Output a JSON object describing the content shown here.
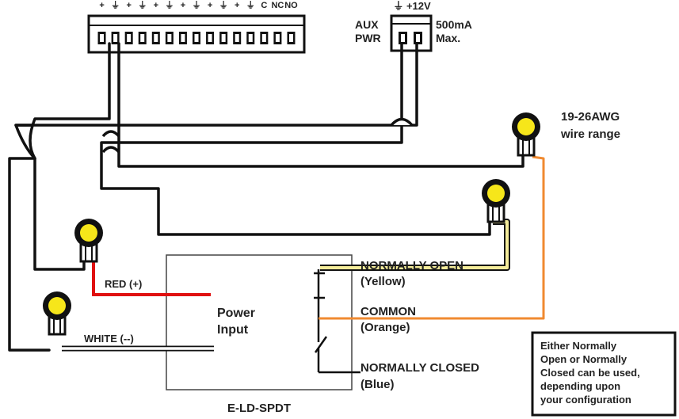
{
  "terminal_block": {
    "pin_labels": [
      "+",
      "⏚",
      "+",
      "⏚",
      "+",
      "⏚",
      "+",
      "⏚",
      "+",
      "⏚",
      "+",
      "⏚",
      "C",
      "NC",
      "NO"
    ]
  },
  "aux_power": {
    "top_label": "⏚ +12V",
    "left_line1": "AUX",
    "left_line2": "PWR",
    "right_line1": "500mA",
    "right_line2": "Max."
  },
  "gauge_note": {
    "line1": "19-26AWG",
    "line2": "wire range"
  },
  "module": {
    "power_line1": "Power",
    "power_line2": "Input",
    "name": "E-LD-SPDT"
  },
  "wires": {
    "red": "RED (+)",
    "white": "WHITE (--)",
    "no_title": "NORMALLY OPEN",
    "no_color": "(Yellow)",
    "com_title": "COMMON",
    "com_color": "(Orange)",
    "nc_title": "NORMALLY CLOSED",
    "nc_color": "(Blue)"
  },
  "note_box": {
    "lines": [
      "Either Normally",
      "Open or Normally",
      "Closed can be used,",
      "depending upon",
      "your configuration"
    ]
  },
  "colors": {
    "wire_black": "#111111",
    "wire_red": "#e01010",
    "wire_orange": "#f08a30",
    "wire_yellow": "#f4ec9a",
    "connector_yellow": "#f6e61a"
  }
}
